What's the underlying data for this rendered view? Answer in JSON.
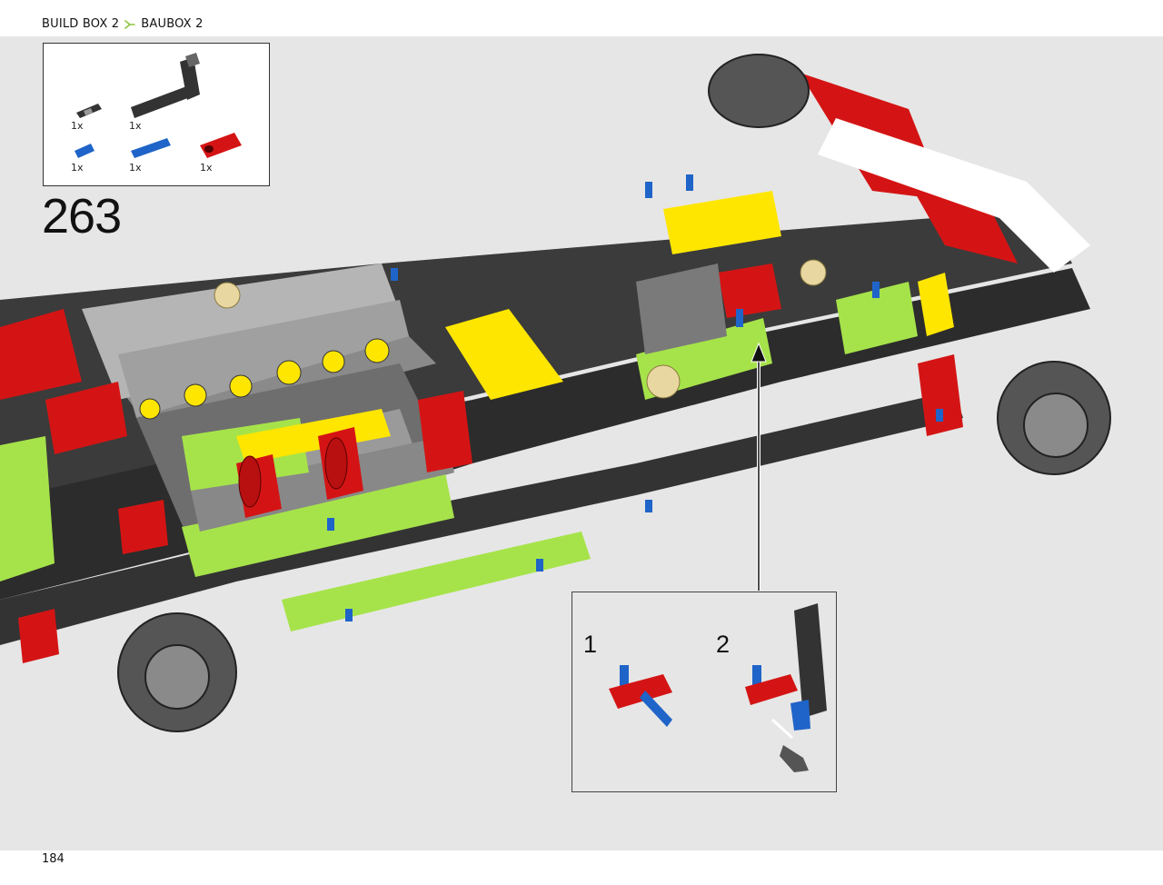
{
  "header": {
    "breadcrumb_primary": "BUILD BOX 2",
    "breadcrumb_secondary": "BAUBOX 2",
    "separator_icon": "chevron-right-icon",
    "separator_color": "#8dc63f"
  },
  "parts_list": {
    "items": [
      {
        "icon": "axle-connector-black-icon",
        "quantity": "1x"
      },
      {
        "icon": "l-beam-black-icon",
        "quantity": "1x"
      },
      {
        "icon": "pin-blue-short-icon",
        "quantity": "1x"
      },
      {
        "icon": "pin-blue-long-icon",
        "quantity": "1x"
      },
      {
        "icon": "cross-block-red-icon",
        "quantity": "1x"
      }
    ]
  },
  "step": {
    "number": "263"
  },
  "callout": {
    "substeps": [
      {
        "number": "1"
      },
      {
        "number": "2"
      }
    ]
  },
  "footer": {
    "page_number": "184"
  },
  "colors": {
    "background": "#e6e6e6",
    "lime": "#a6e34a",
    "red": "#d41414",
    "yellow": "#ffe600",
    "blue": "#1f64c8",
    "dark_grey": "#3a3a3a",
    "light_grey": "#9c9c9c"
  }
}
